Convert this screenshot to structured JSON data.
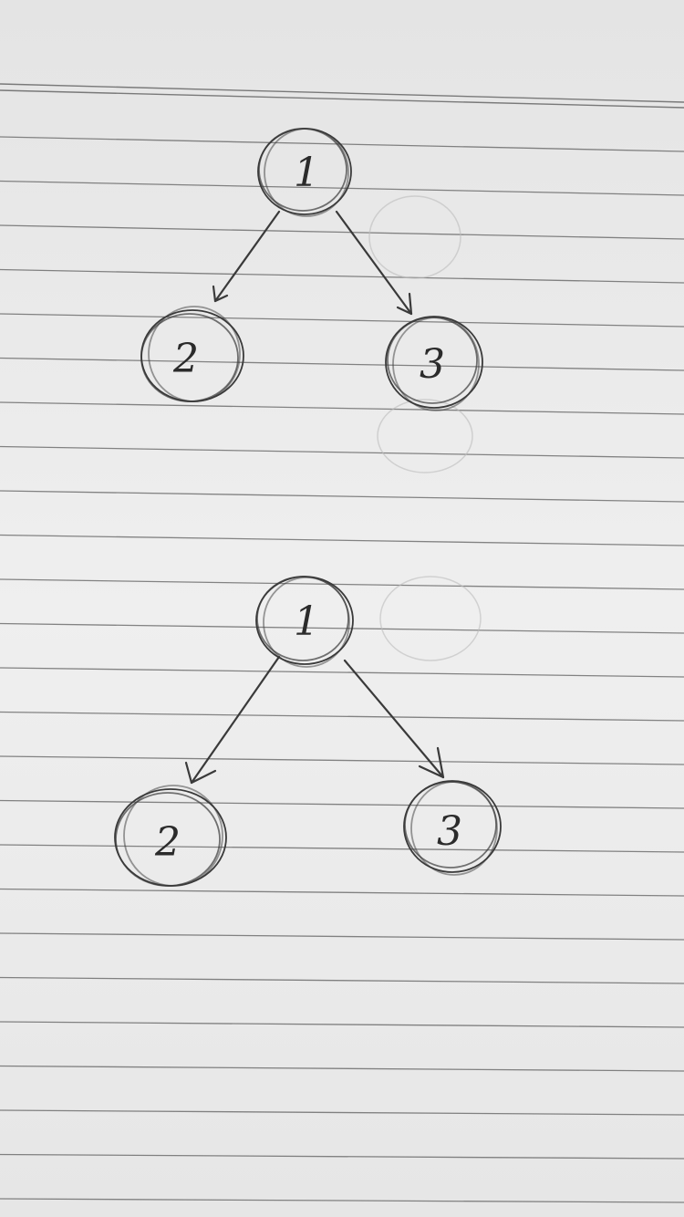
{
  "paper": {
    "background": "#ececec",
    "line_color": "#555555"
  },
  "diagrams": [
    {
      "nodes": [
        {
          "id": "top",
          "label": "1"
        },
        {
          "id": "left",
          "label": "2"
        },
        {
          "id": "right",
          "label": "3"
        }
      ],
      "edges": [
        {
          "from": "1",
          "to": "2"
        },
        {
          "from": "1",
          "to": "3"
        }
      ]
    },
    {
      "nodes": [
        {
          "id": "top",
          "label": "1"
        },
        {
          "id": "left",
          "label": "2"
        },
        {
          "id": "right",
          "label": "3"
        }
      ],
      "edges": [
        {
          "from": "1",
          "to": "2"
        },
        {
          "from": "1",
          "to": "3"
        }
      ]
    }
  ],
  "ink_color": "#3a3a3a"
}
